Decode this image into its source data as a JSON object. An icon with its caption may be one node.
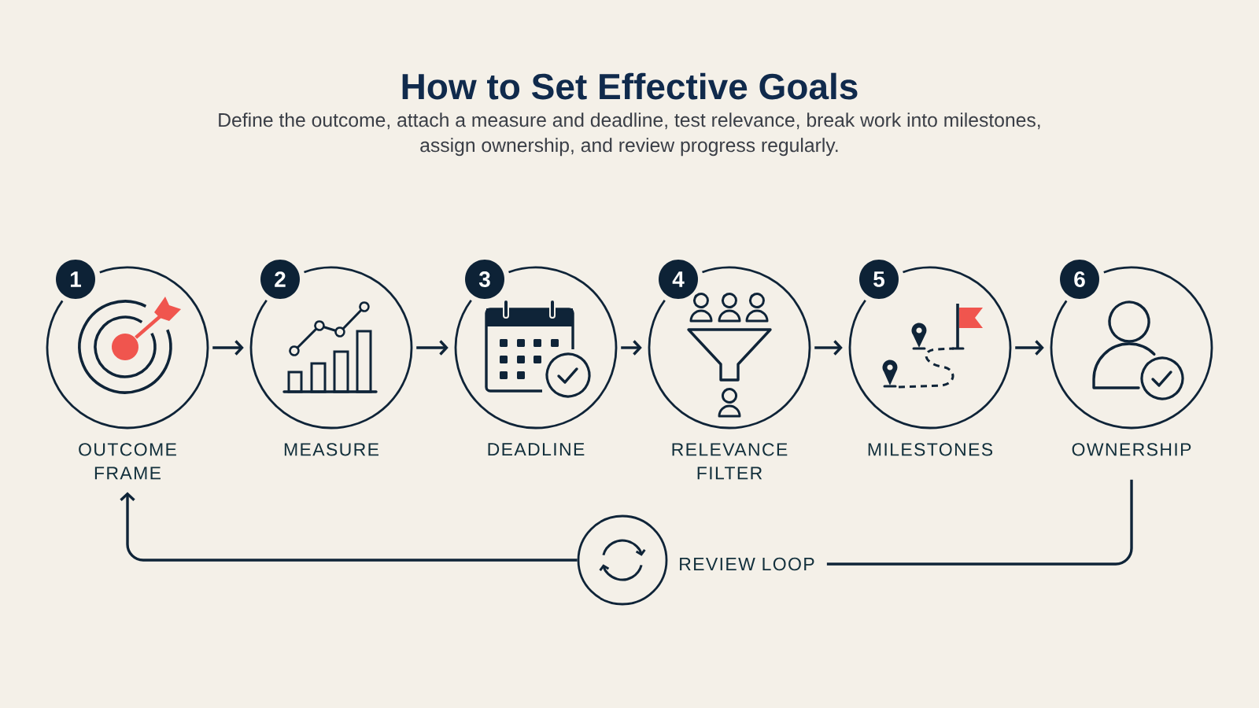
{
  "diagram": {
    "title": "How to Set Effective Goals",
    "nodes": [
      {
        "text": [
          "OUTCOME FRAME"
        ]
      },
      {
        "text": [
          "1"
        ]
      },
      {
        "text": [
          "MEASURE"
        ]
      },
      {
        "text": [
          "2"
        ]
      },
      {
        "text": [
          "DEADLINE"
        ]
      },
      {
        "text": [
          "3"
        ]
      },
      {
        "text": [
          "RELEVANCE FILTER"
        ]
      },
      {
        "text": [
          "4"
        ]
      },
      {
        "text": [
          "MILESTONES"
        ]
      },
      {
        "text": [
          "5"
        ]
      },
      {
        "text": [
          "OWNERSHIP"
        ]
      },
      {
        "text": [
          "6"
        ]
      },
      {
        "text": [
          "REVIEW LOOP"
        ]
      }
    ],
    "edges": [
      {
        "from": 0,
        "to": 2,
        "arrow": "to"
      },
      {
        "from": 2,
        "to": 4,
        "arrow": "to"
      },
      {
        "from": 4,
        "to": 6,
        "arrow": "to"
      },
      {
        "from": 6,
        "to": 8,
        "arrow": "to"
      },
      {
        "from": 8,
        "to": 10,
        "arrow": "to"
      },
      {
        "from": 10,
        "to": 12,
        "arrow": "none"
      },
      {
        "from": 12,
        "to": 0,
        "arrow": "to"
      }
    ],
    "labels": [
      "Define the outcome, attach a measure and deadline, test relevance, break work into milestones, assign ownership, and review progress regularly."
    ]
  }
}
